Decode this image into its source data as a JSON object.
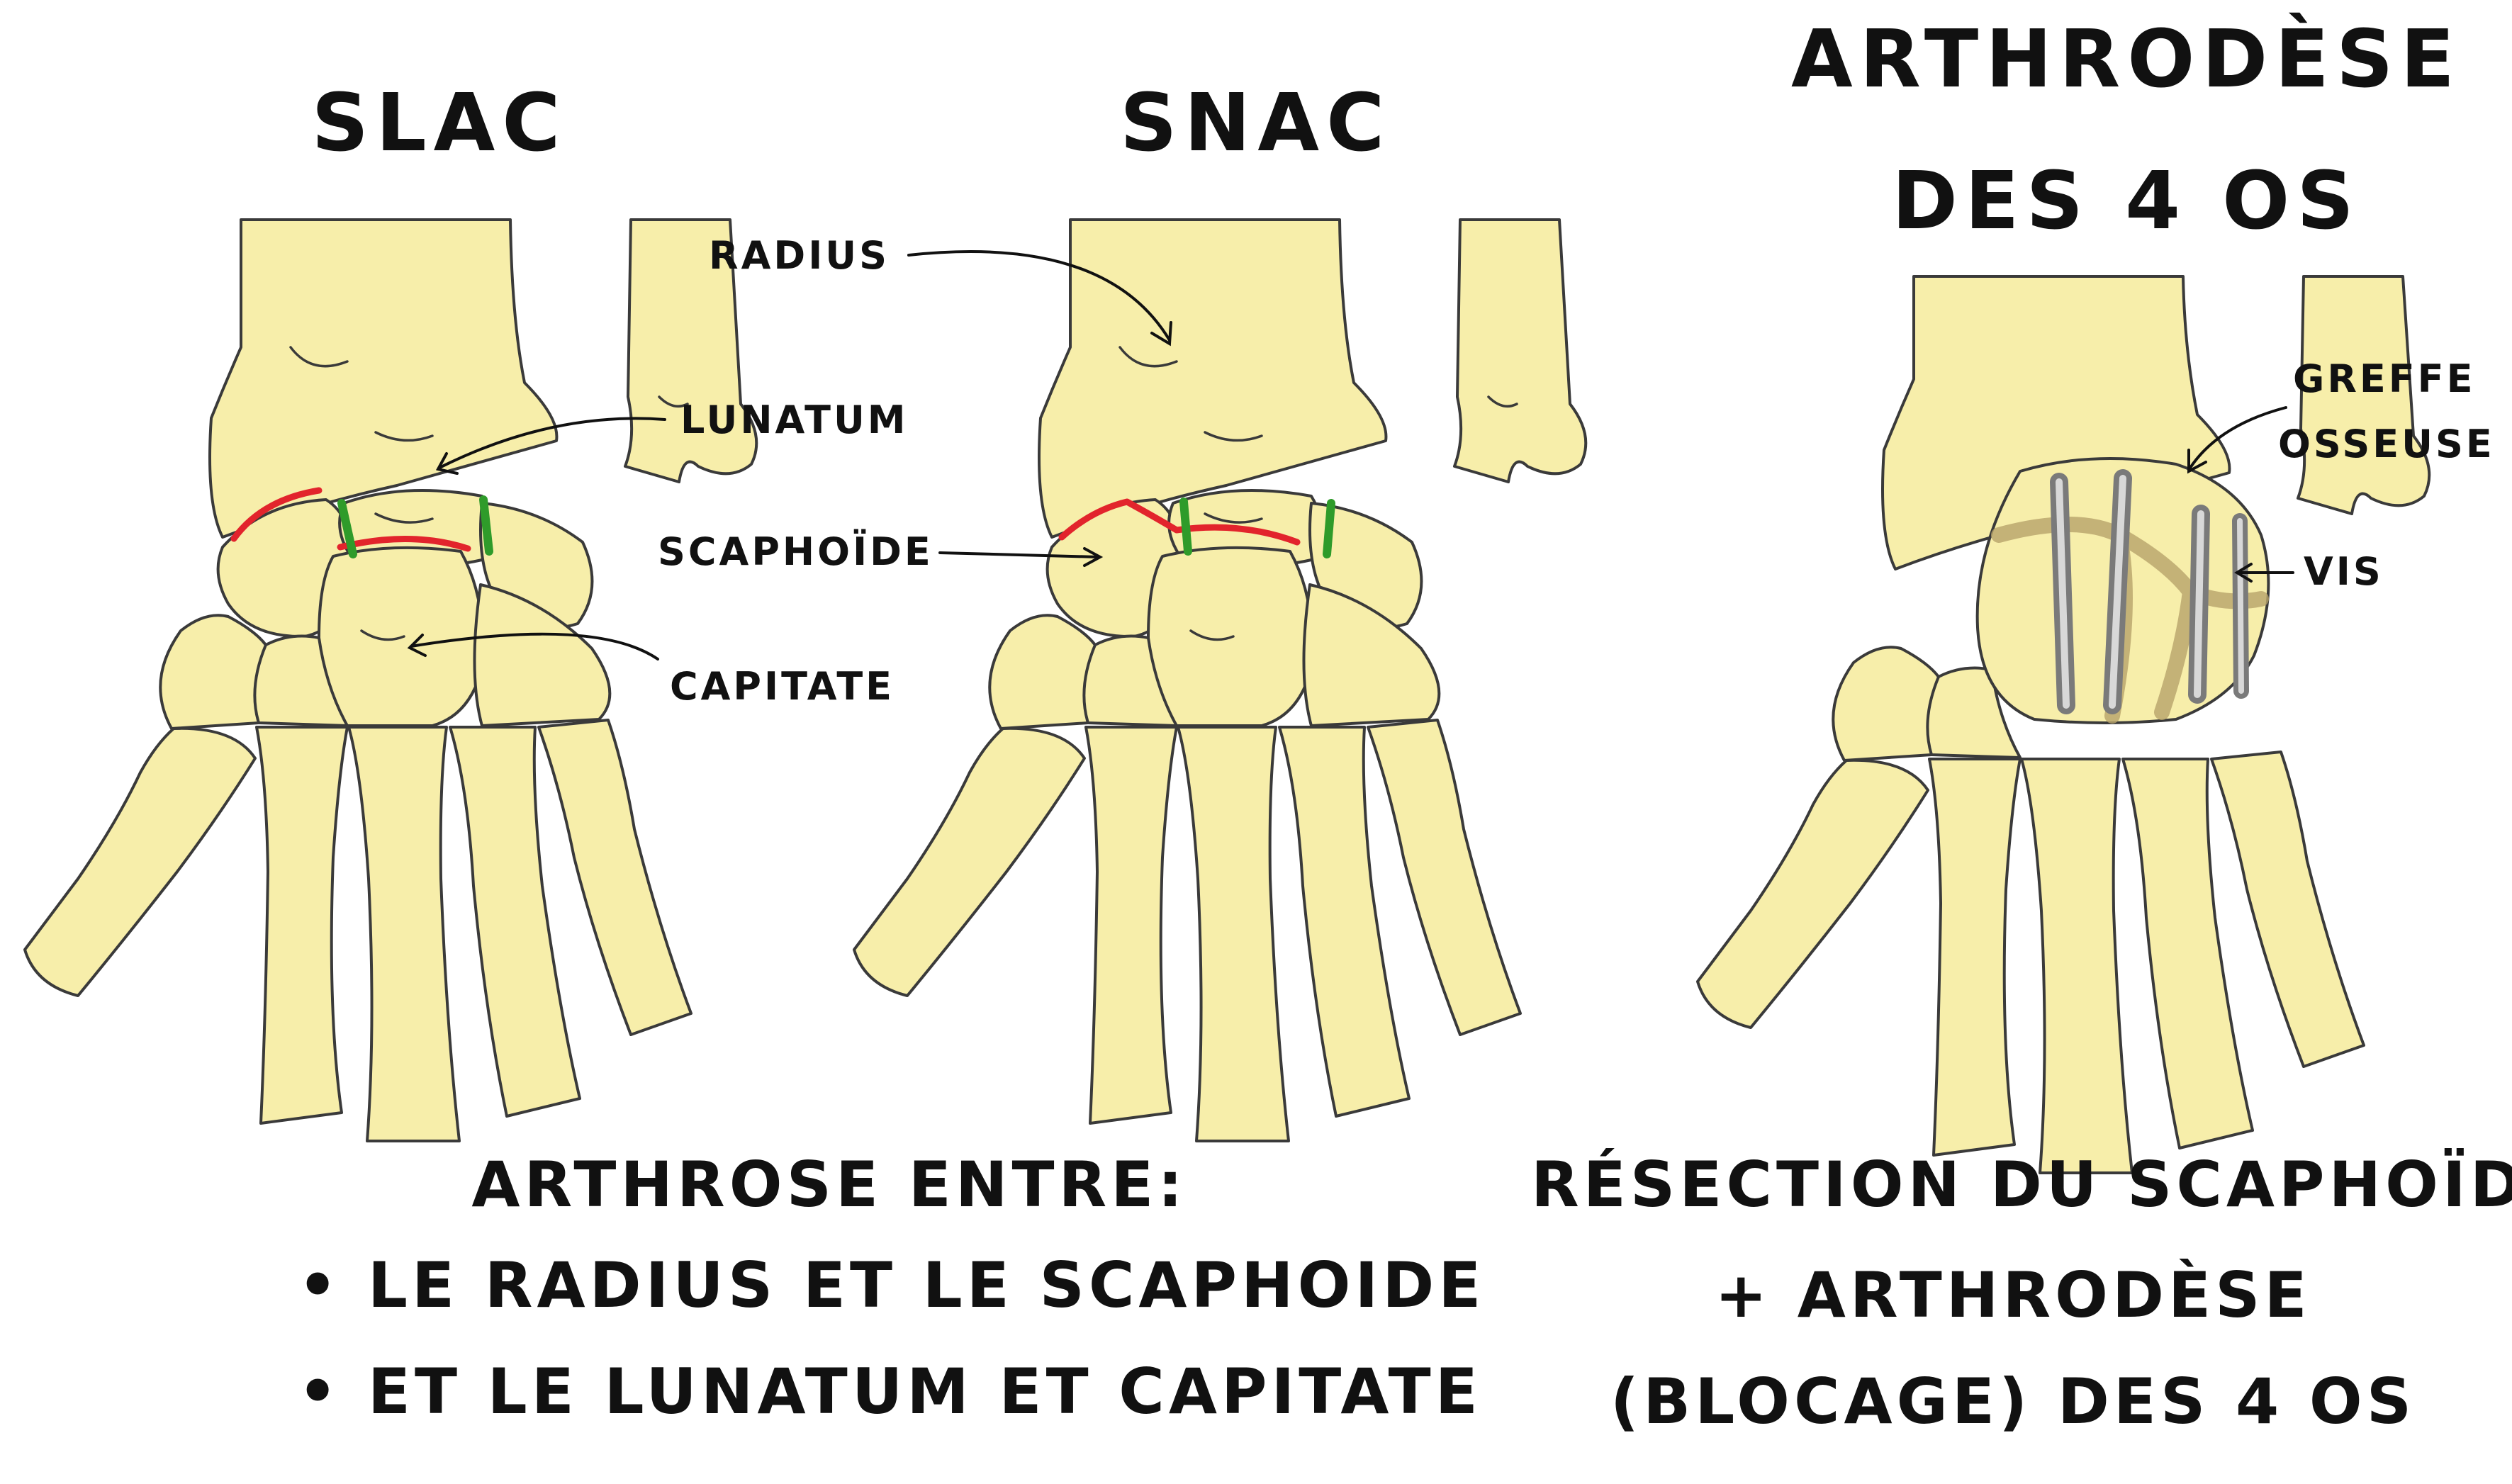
{
  "titles": {
    "slac": "SLAC",
    "snac": "SNAC",
    "arthrodese_line1": "ARTHRODÈSE",
    "arthrodese_line2": "DES 4 OS"
  },
  "labels": {
    "radius": "RADIUS",
    "lunatum": "LUNATUM",
    "scaphoide": "SCAPHOÏDE",
    "capitate": "CAPITATE",
    "greffe_line1": "GREFFE",
    "greffe_line2": "OSSEUSE",
    "vis": "VIS"
  },
  "captions": {
    "left_line1": "ARTHROSE ENTRE:",
    "left_line2": "• LE RADIUS ET LE SCAPHOIDE",
    "left_line3": "• ET LE LUNATUM ET CAPITATE",
    "right_line1": "RÉSECTION DU SCAPHOÏDE",
    "right_line2": "+ ARTHRODÈSE",
    "right_line3": "(BLOCAGE) DES 4 OS"
  },
  "colors": {
    "bone_fill": "#f7eeaa",
    "outline": "#3a3a3a",
    "arthrosis_red": "#e2242c",
    "arthrosis_green": "#2f9b2a",
    "screw_gray": "#8a8a8a",
    "graft_brown": "#b7a36a"
  }
}
